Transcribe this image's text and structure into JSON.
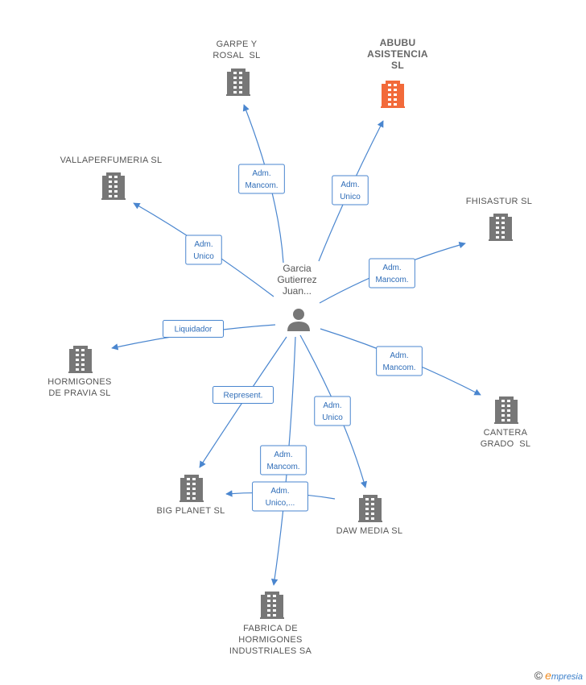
{
  "center": {
    "name_lines": [
      "Garcia",
      "Gutierrez",
      "Juan..."
    ],
    "icon": "person-icon",
    "color": "#777777"
  },
  "colors": {
    "company": "#777777",
    "highlight": "#f26a3a",
    "edge": "#4a86cf"
  },
  "nodes": [
    {
      "id": "garpe",
      "lines": [
        "GARPE Y",
        "ROSAL  SL"
      ],
      "highlight": false,
      "icon": "building-icon"
    },
    {
      "id": "abubu",
      "lines": [
        "ABUBU",
        "ASISTENCIA",
        "SL"
      ],
      "highlight": true,
      "icon": "building-icon"
    },
    {
      "id": "vallaperfumeria",
      "lines": [
        "VALLAPERFUMERIA SL"
      ],
      "highlight": false,
      "icon": "building-icon"
    },
    {
      "id": "fhisastur",
      "lines": [
        "FHISASTUR SL"
      ],
      "highlight": false,
      "icon": "building-icon"
    },
    {
      "id": "hormigones-pravia",
      "lines": [
        "HORMIGONES",
        "DE PRAVIA SL"
      ],
      "highlight": false,
      "icon": "building-icon"
    },
    {
      "id": "cantera",
      "lines": [
        "CANTERA",
        "GRADO  SL"
      ],
      "highlight": false,
      "icon": "building-icon"
    },
    {
      "id": "big-planet",
      "lines": [
        "BIG PLANET SL"
      ],
      "highlight": false,
      "icon": "building-icon"
    },
    {
      "id": "daw-media",
      "lines": [
        "DAW MEDIA SL"
      ],
      "highlight": false,
      "icon": "building-icon"
    },
    {
      "id": "fabrica",
      "lines": [
        "FABRICA DE",
        "HORMIGONES",
        "INDUSTRIALES SA"
      ],
      "highlight": false,
      "icon": "building-icon"
    }
  ],
  "edges": [
    {
      "to": "garpe",
      "lines": [
        "Adm.",
        "Mancom."
      ]
    },
    {
      "to": "abubu",
      "lines": [
        "Adm.",
        "Unico"
      ]
    },
    {
      "to": "vallaperfumeria",
      "lines": [
        "Adm.",
        "Unico"
      ]
    },
    {
      "to": "fhisastur",
      "lines": [
        "Adm.",
        "Mancom."
      ]
    },
    {
      "to": "hormigones-pravia",
      "lines": [
        "Liquidador"
      ]
    },
    {
      "to": "cantera",
      "lines": [
        "Adm.",
        "Mancom."
      ]
    },
    {
      "to": "big-planet",
      "lines": [
        "Represent."
      ]
    },
    {
      "to": "daw-media",
      "lines": [
        "Adm.",
        "Unico"
      ]
    },
    {
      "to": "fabrica",
      "lines": [
        "Adm.",
        "Mancom."
      ]
    },
    {
      "to": "big-planet",
      "lines": [
        "Adm.",
        "Unico,..."
      ]
    }
  ],
  "footer": {
    "copyright": "©",
    "brand_initial": "e",
    "brand_rest": "mpresia"
  }
}
